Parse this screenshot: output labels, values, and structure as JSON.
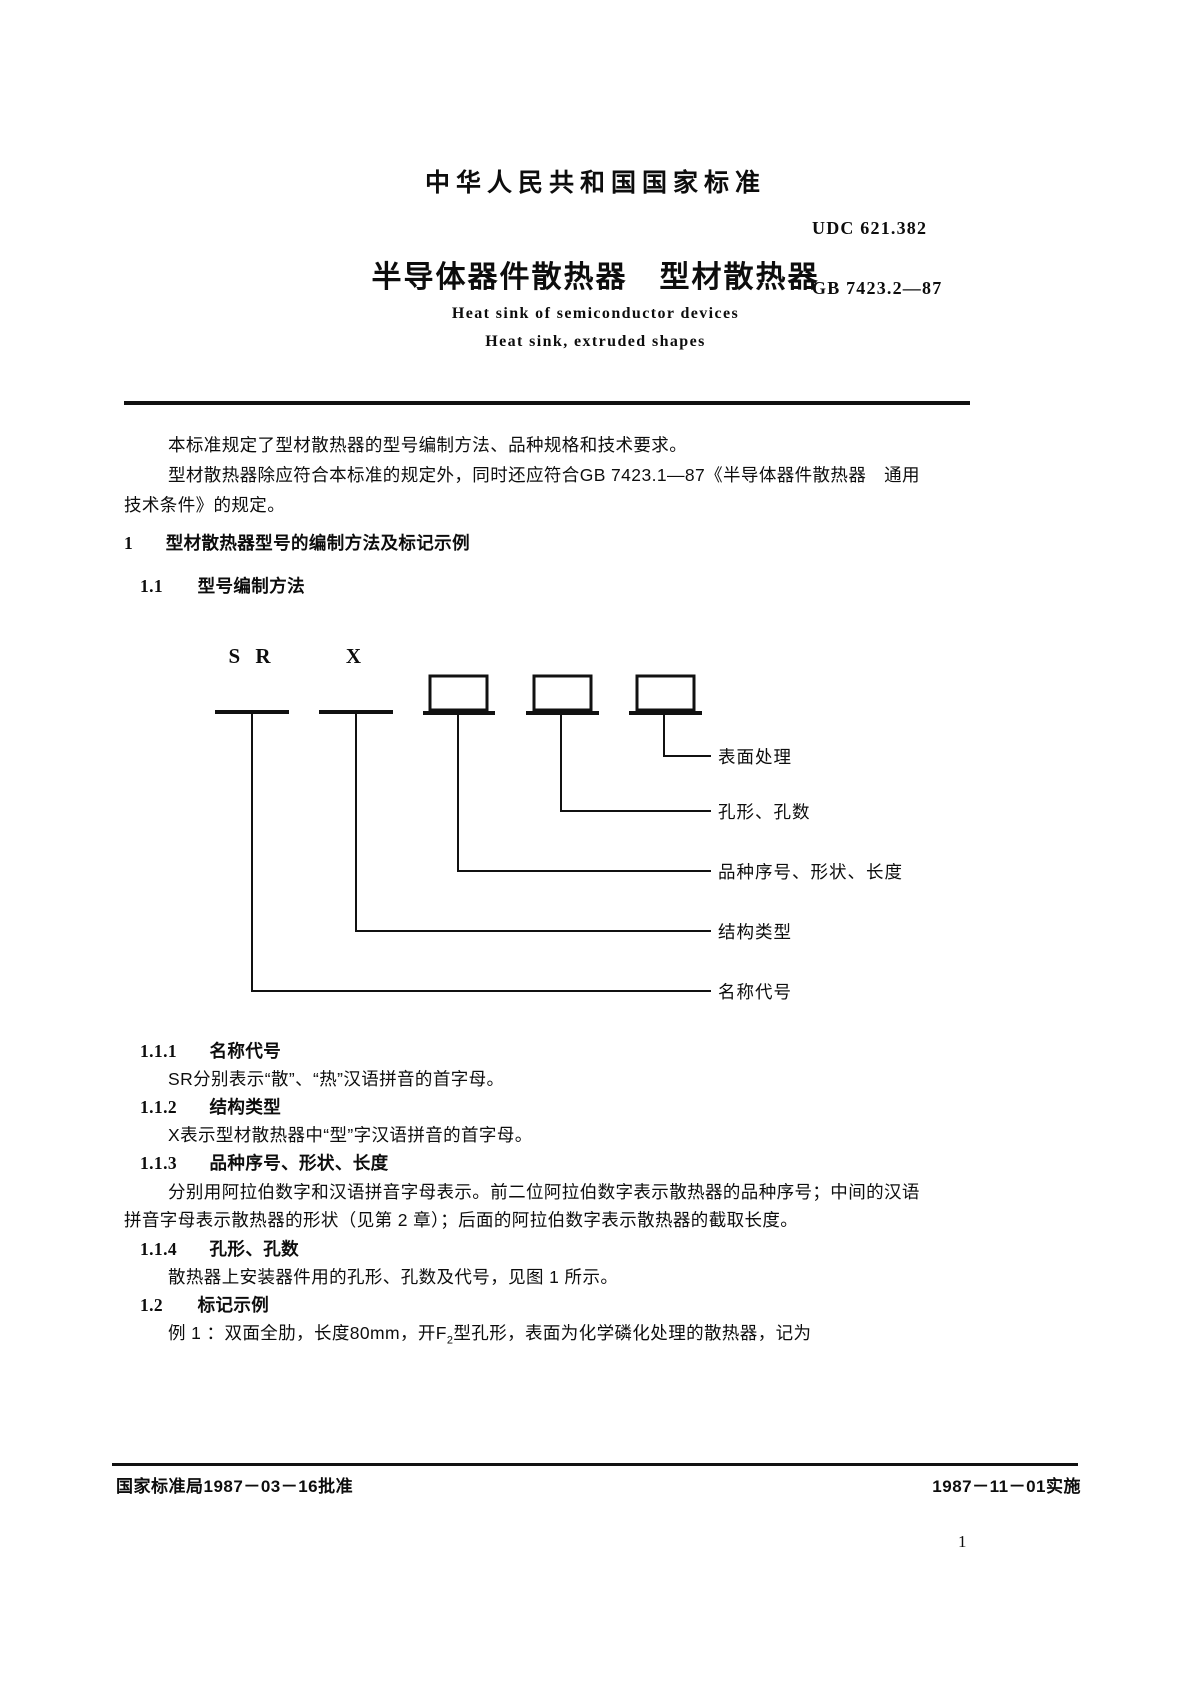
{
  "header": {
    "organization": "中华人民共和国国家标准",
    "udc": "UDC 621.382",
    "title_cn": "半导体器件散热器　型材散热器",
    "gb_number": "GB 7423.2—87",
    "title_en_line1": "Heat sink of semiconductor devices",
    "title_en_line2": "Heat sink, extruded shapes"
  },
  "intro": {
    "para1": "本标准规定了型材散热器的型号编制方法、品种规格和技术要求。",
    "para2_line1": "型材散热器除应符合本标准的规定外，同时还应符合GB 7423.1—87《半导体器件散热器　通用",
    "para2_line2": "技术条件》的规定。"
  },
  "sections": {
    "s1_number": "1",
    "s1_title": "型材散热器型号的编制方法及标记示例",
    "s11_number": "1.1",
    "s11_title": "型号编制方法",
    "s111_number": "1.1.1",
    "s111_title": "名称代号",
    "s111_text": "SR分别表示“散”、“热”汉语拼音的首字母。",
    "s112_number": "1.1.2",
    "s112_title": "结构类型",
    "s112_text": "X表示型材散热器中“型”字汉语拼音的首字母。",
    "s113_number": "1.1.3",
    "s113_title": "品种序号、形状、长度",
    "s113_text_line1": "分别用阿拉伯数字和汉语拼音字母表示。前二位阿拉伯数字表示散热器的品种序号；中间的汉语",
    "s113_text_line2": "拼音字母表示散热器的形状（见第 2 章）；后面的阿拉伯数字表示散热器的截取长度。",
    "s114_number": "1.1.4",
    "s114_title": "孔形、孔数",
    "s114_text": "散热器上安装器件用的孔形、孔数及代号，见图 1 所示。",
    "s12_number": "1.2",
    "s12_title": "标记示例",
    "s12_text_pre": "例 1 ：双面全肋，长度80mm，开F",
    "s12_text_sub": "2",
    "s12_text_post": "型孔形，表面为化学磷化处理的散热器，记为"
  },
  "diagram": {
    "code_1": "S R",
    "code_2": "X",
    "box_1": "",
    "box_2": "",
    "box_3": "",
    "labels": [
      {
        "text": "表面处理"
      },
      {
        "text": "孔形、孔数"
      },
      {
        "text": "品种序号、形状、长度"
      },
      {
        "text": "结构类型"
      },
      {
        "text": "名称代号"
      }
    ]
  },
  "footer": {
    "approval": "国家标准局1987－03－16批准",
    "implementation": "1987－11－01实施",
    "page_number": "1"
  },
  "colors": {
    "ink": "#0d0d0d",
    "paper": "#ffffff"
  }
}
